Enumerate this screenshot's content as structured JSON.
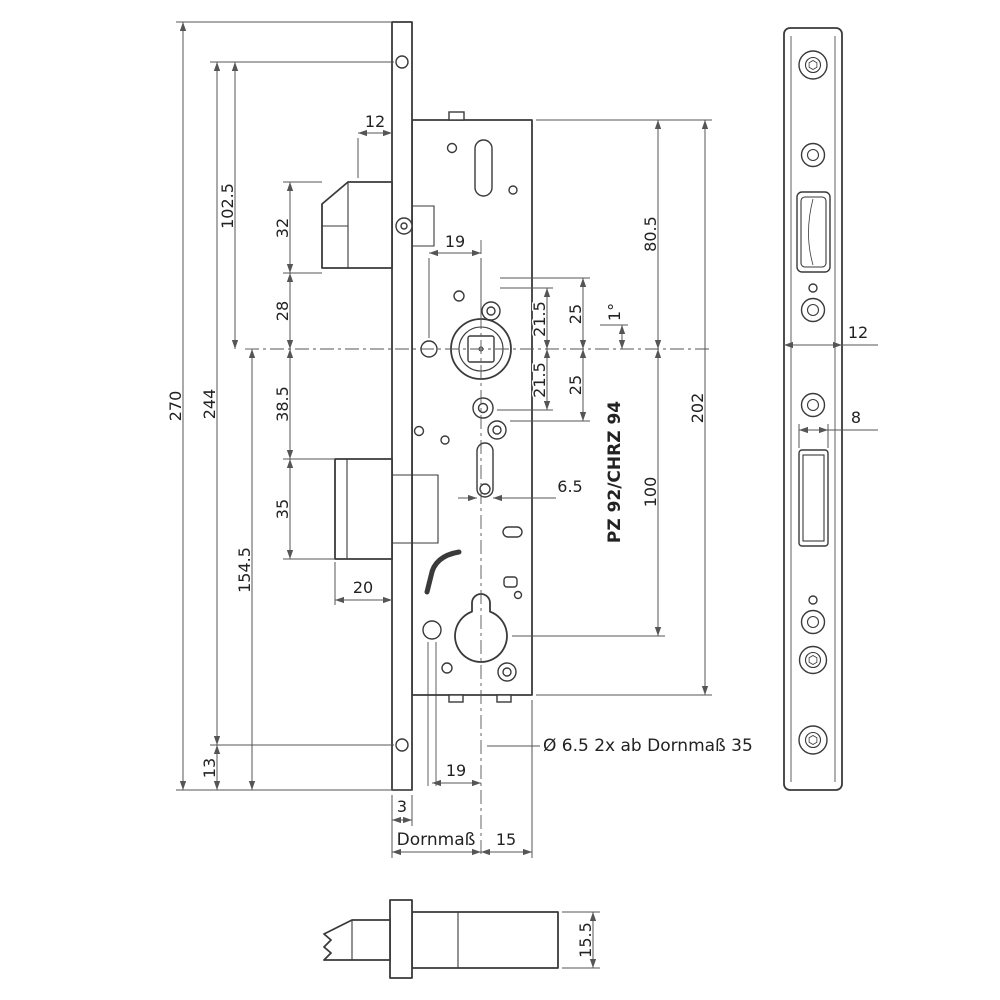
{
  "drawing": {
    "type": "technical-dimension-drawing",
    "subject": "mortise door lock with faceplate",
    "colors": {
      "outline": "#3a3a3a",
      "dimension": "#555555",
      "text": "#222222",
      "background": "#ffffff"
    }
  },
  "labels": {
    "main": {
      "dim12": "12",
      "dim102_5": "102.5",
      "dim32": "32",
      "dim28": "28",
      "dim270": "270",
      "dim244": "244",
      "dim38_5": "38.5",
      "dim154_5": "154.5",
      "dim35": "35",
      "dim20": "20",
      "dim13": "13",
      "dim3": "3",
      "dim19_follower": "19",
      "dim21_5_upper": "21.5",
      "dim25_upper": "25",
      "dim21_5_lower": "21.5",
      "dim25_lower": "25",
      "angle1": "1°",
      "dim80_5": "80.5",
      "dim202": "202",
      "dim100": "100",
      "dim6_5": "6.5",
      "lock_type": "PZ 92/CHRZ 94",
      "drill_note": "Ø 6.5 2x ab Dornmaß 35",
      "dim19_cylinder": "19",
      "backset_label": "Dornmaß",
      "dim15": "15"
    },
    "faceplate_view": {
      "dim12": "12",
      "dim8": "8"
    },
    "latch_view": {
      "dim15_5": "15.5"
    }
  }
}
